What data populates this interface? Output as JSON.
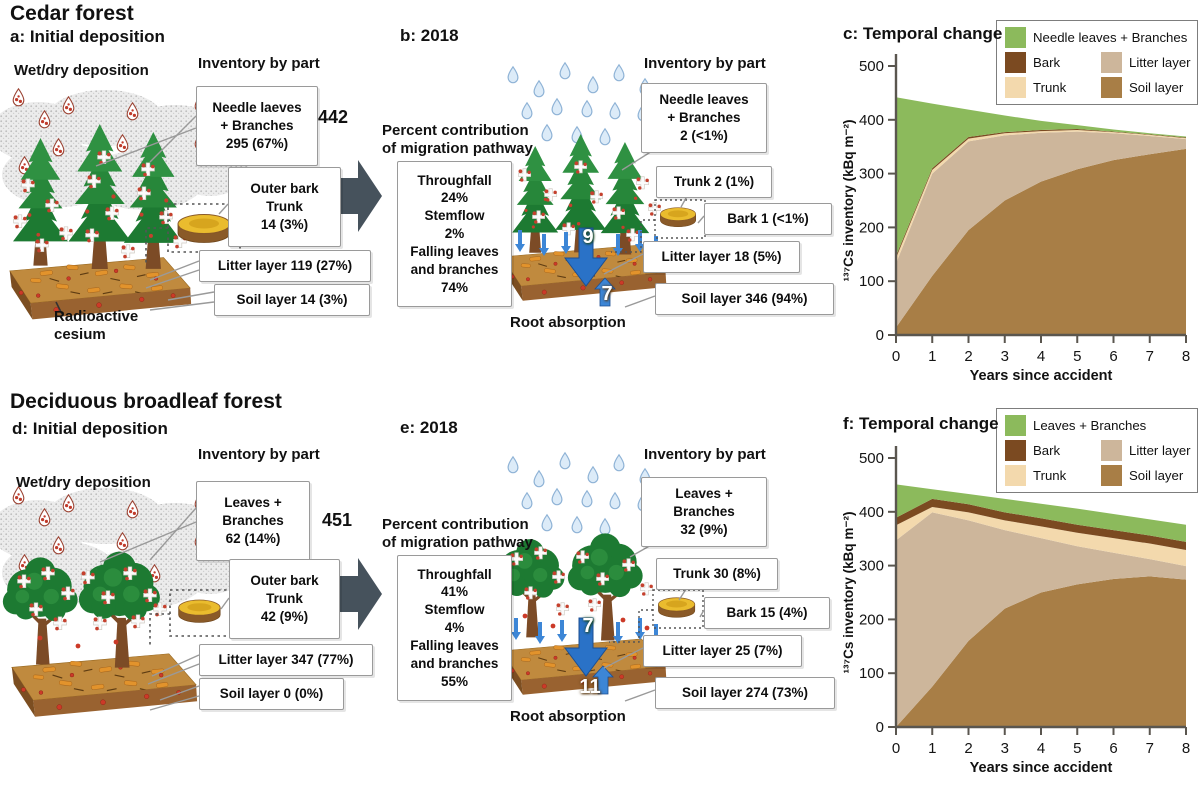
{
  "colors": {
    "accent_blue_arrow": "#2a72c7",
    "panel_transition_arrow": "#46525c",
    "green_canopy": "#8cba5c",
    "bark": "#7b4a21",
    "litter": "#cdb69b",
    "trunk": "#f3d9ad",
    "soil": "#a87e46"
  },
  "cedar": {
    "section_title": "Cedar forest",
    "a": {
      "label": "a: Initial deposition",
      "deposition_label": "Wet/dry deposition",
      "deposition_value": "442",
      "inventory_header": "Inventory by part",
      "boxes": {
        "canopy": "Needle laeves\n+ Branches\n295 (67%)",
        "bark_trunk": "Outer bark\nTrunk\n14 (3%)",
        "litter": "Litter layer 119 (27%)",
        "soil": "Soil layer 14 (3%)"
      },
      "cesium_label": "Radioactive\ncesium"
    },
    "b": {
      "label": "b: 2018",
      "inventory_header": "Inventory by part",
      "pathway_header": "Percent contribution\nof migration pathway",
      "pathway_box": "Throughfall\n24%\nStemflow\n2%\nFalling leaves\nand branches\n74%",
      "boxes": {
        "canopy": "Needle leaves\n+ Branches\n2 (<1%)",
        "trunk": "Trunk 2 (1%)",
        "bark": "Bark 1 (<1%)",
        "litter": "Litter layer 18 (5%)",
        "soil": "Soil layer 346 (94%)"
      },
      "downflux": "9",
      "upflux": "7",
      "root_label": "Root absorption"
    },
    "c": {
      "label": "c: Temporal change"
    }
  },
  "broadleaf": {
    "section_title": "Deciduous broadleaf forest",
    "d": {
      "label": "d: Initial deposition",
      "deposition_label": "Wet/dry deposition",
      "deposition_value": "451",
      "inventory_header": "Inventory by part",
      "boxes": {
        "canopy": "Leaves +\nBranches\n62 (14%)",
        "bark_trunk": "Outer bark\nTrunk\n42 (9%)",
        "litter": "Litter layer 347 (77%)",
        "soil": "Soil layer 0 (0%)"
      }
    },
    "e": {
      "label": "e: 2018",
      "inventory_header": "Inventory by part",
      "pathway_header": "Percent contribution\nof migration pathway",
      "pathway_box": "Throughfall\n41%\nStemflow\n4%\nFalling leaves\nand branches\n55%",
      "boxes": {
        "canopy": "Leaves +\nBranches\n32 (9%)",
        "trunk": "Trunk 30 (8%)",
        "bark": "Bark 15 (4%)",
        "litter": "Litter layer 25 (7%)",
        "soil": "Soil layer 274 (73%)"
      },
      "downflux": "7",
      "upflux": "11",
      "root_label": "Root absorption"
    },
    "f": {
      "label": "f: Temporal change"
    }
  },
  "chart_data": [
    {
      "type": "area",
      "title": "c: Temporal change",
      "x": [
        0,
        1,
        2,
        3,
        4,
        5,
        6,
        7,
        8
      ],
      "xlabel": "Years since accident",
      "ylabel": "¹³⁷Cs inventory (kBq m⁻²)",
      "ylim": [
        0,
        500
      ],
      "yticks": [
        0,
        100,
        200,
        300,
        400,
        500
      ],
      "grid": false,
      "legend_position": "top-right",
      "series": [
        {
          "name": "Soil layer",
          "color": "#a87e46",
          "values": [
            14,
            110,
            195,
            250,
            285,
            308,
            325,
            336,
            346
          ]
        },
        {
          "name": "Litter layer",
          "color": "#cdb69b",
          "values": [
            119,
            190,
            165,
            121,
            91,
            70,
            50,
            34,
            18
          ]
        },
        {
          "name": "Trunk",
          "color": "#f3d9ad",
          "values": [
            10,
            7,
            5,
            4,
            3,
            3,
            2,
            2,
            2
          ]
        },
        {
          "name": "Bark",
          "color": "#7b4a21",
          "values": [
            4,
            3,
            3,
            2,
            2,
            2,
            1,
            1,
            1
          ]
        },
        {
          "name": "Needle leaves + Branches",
          "color": "#8cba5c",
          "values": [
            295,
            120,
            51,
            31,
            17,
            7,
            4,
            2,
            2
          ]
        }
      ],
      "legend": [
        "Needle leaves + Branches",
        "Bark",
        "Litter layer",
        "Trunk",
        "Soil layer"
      ]
    },
    {
      "type": "area",
      "title": "f: Temporal change",
      "x": [
        0,
        1,
        2,
        3,
        4,
        5,
        6,
        7,
        8
      ],
      "xlabel": "Years since accident",
      "ylabel": "¹³⁷Cs inventory (kBq m⁻²)",
      "ylim": [
        0,
        500
      ],
      "yticks": [
        0,
        100,
        200,
        300,
        400,
        500
      ],
      "grid": false,
      "legend_position": "top-right",
      "series": [
        {
          "name": "Soil layer",
          "color": "#a87e46",
          "values": [
            0,
            75,
            160,
            220,
            250,
            265,
            275,
            280,
            274
          ]
        },
        {
          "name": "Litter layer",
          "color": "#cdb69b",
          "values": [
            347,
            324,
            224,
            146,
            101,
            71,
            49,
            32,
            25
          ]
        },
        {
          "name": "Trunk",
          "color": "#f3d9ad",
          "values": [
            28,
            10,
            15,
            18,
            22,
            25,
            27,
            29,
            30
          ]
        },
        {
          "name": "Bark",
          "color": "#7b4a21",
          "values": [
            14,
            15,
            15,
            15,
            15,
            15,
            15,
            15,
            15
          ]
        },
        {
          "name": "Leaves + Branches",
          "color": "#8cba5c",
          "values": [
            62,
            18,
            19,
            25,
            27,
            30,
            30,
            30,
            32
          ]
        }
      ],
      "legend": [
        "Leaves + Branches",
        "Bark",
        "Litter layer",
        "Trunk",
        "Soil layer"
      ]
    }
  ]
}
